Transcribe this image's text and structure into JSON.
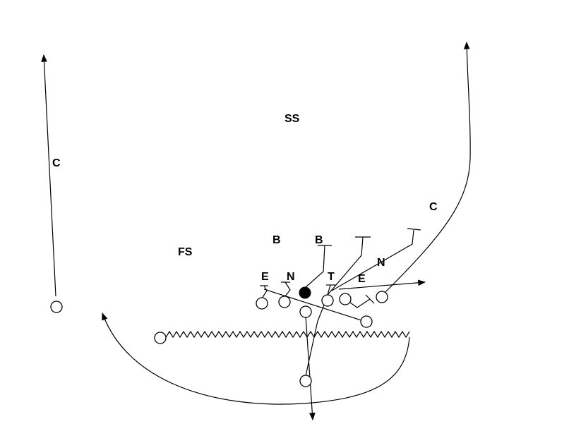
{
  "labels": {
    "ss": "SS",
    "fs": "FS",
    "c_left": "C",
    "c_right": "C",
    "b_left": "B",
    "b_right": "B",
    "e_left": "E",
    "n_left": "N",
    "t": "T",
    "e_right": "E",
    "n_right": "N"
  },
  "colors": {
    "ink": "#000000",
    "background": "#ffffff"
  },
  "icons": {
    "arrowhead": "arrowhead-icon",
    "block_tee": "block-tee-icon",
    "motion": "zigzag-motion-icon"
  }
}
